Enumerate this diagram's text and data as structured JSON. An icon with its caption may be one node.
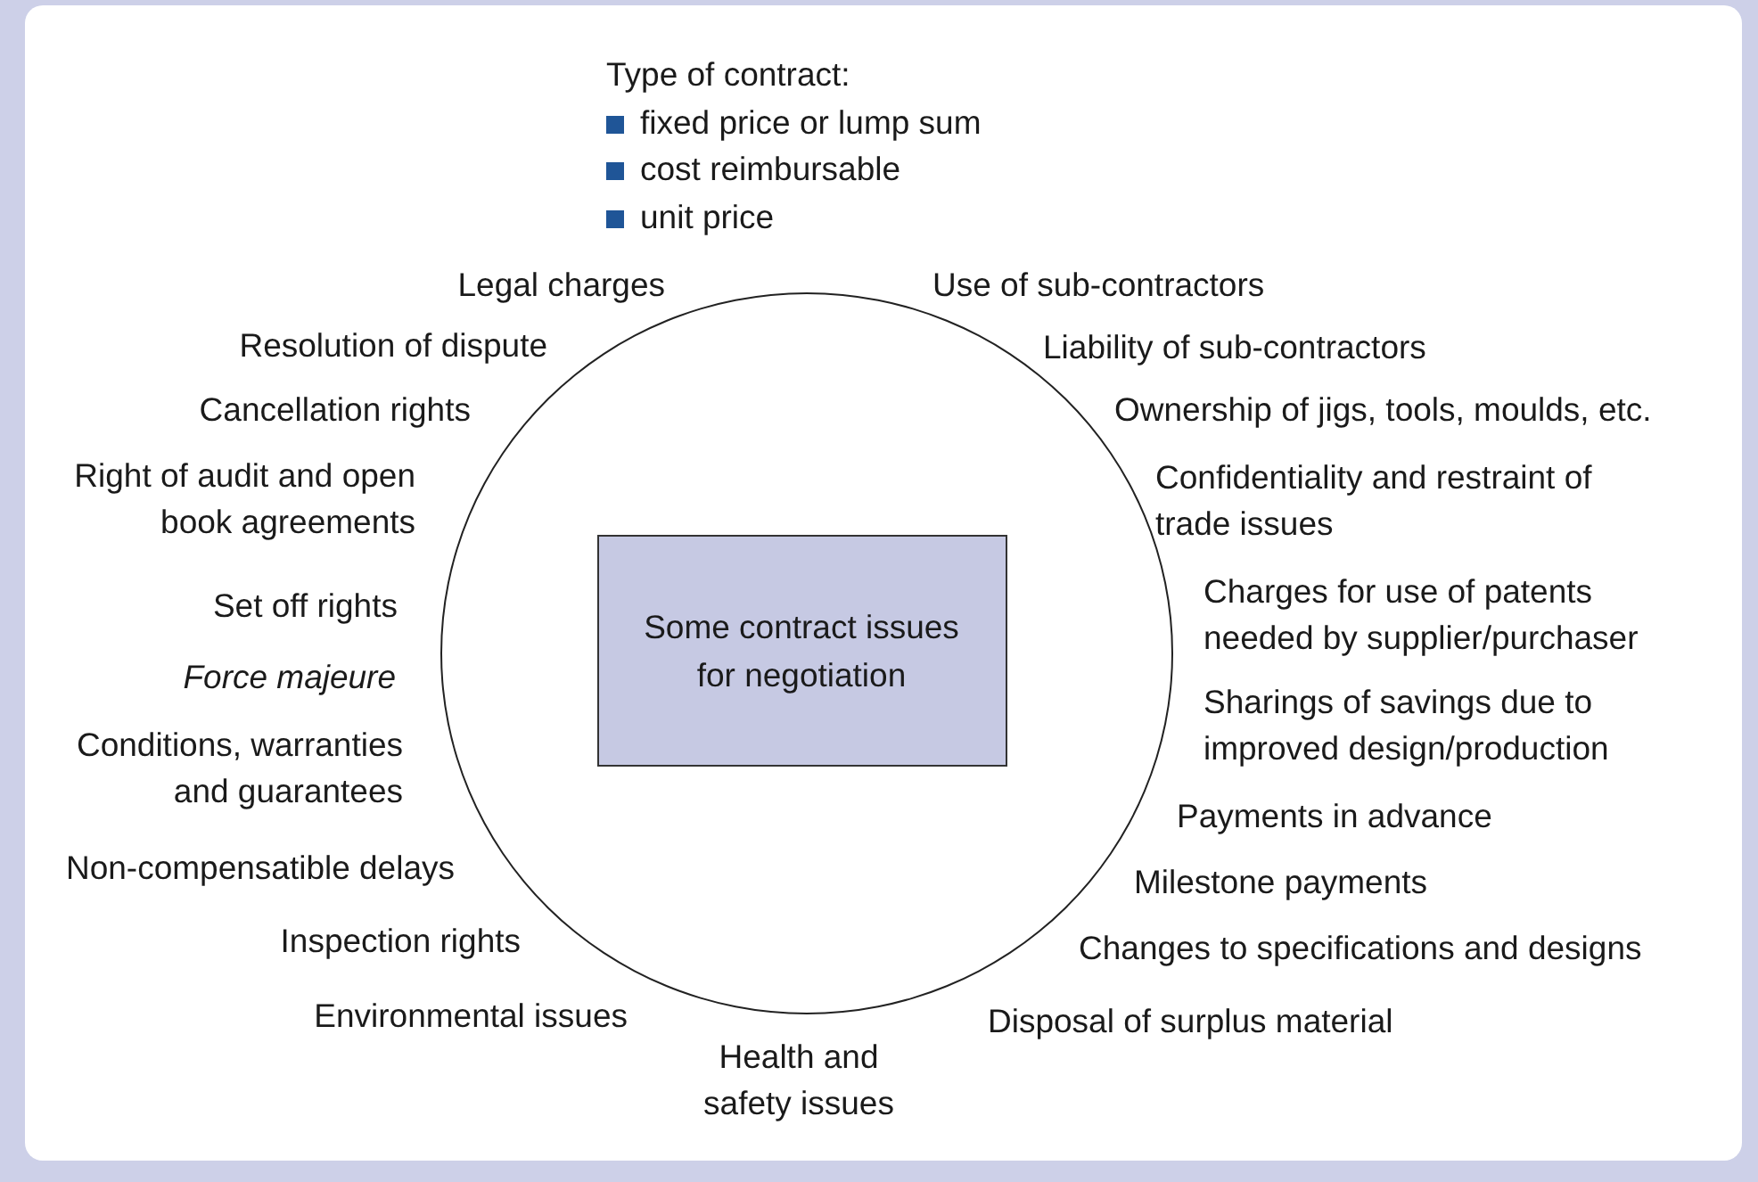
{
  "diagram": {
    "nodes": [
      {
        "text": [],
        "shape": "circle"
      },
      {
        "text": [
          "Some contract issues for negotiation"
        ],
        "in": 0
      }
    ],
    "labels": [
      "Type of contract:",
      "fixed price or lump sum",
      "cost reimbursable",
      "unit price",
      "Legal charges",
      "Use of sub-contractors",
      "Resolution of dispute",
      "Liability of sub-contractors",
      "Cancellation rights",
      "Ownership of jigs, tools, moulds, etc.",
      "Right of audit and open book agreements",
      "Confidentiality and restraint of trade issues",
      "Set off rights",
      "Charges for use of patents needed by supplier/purchaser",
      "Force majeure",
      "Conditions, warranties and guarantees",
      "Sharings of savings due to improved design/production",
      "Payments in advance",
      "Non-compensatible delays",
      "Milestone payments",
      "Inspection rights",
      "Changes to specifications and designs",
      "Environmental issues",
      "Health and safety issues",
      "Disposal of surplus material"
    ]
  }
}
